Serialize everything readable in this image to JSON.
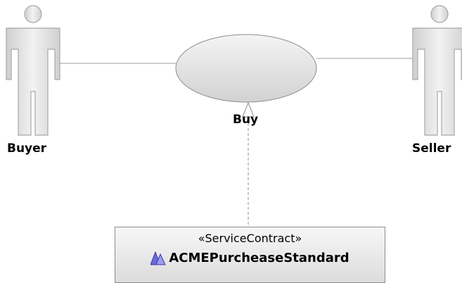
{
  "actors": [
    {
      "name": "Buyer"
    },
    {
      "name": "Seller"
    }
  ],
  "use_case": {
    "name": "Buy"
  },
  "service_contract": {
    "stereotype": "«ServiceContract»",
    "name": "ACMEPurcheaseStandard",
    "icon": "service-contract-icon"
  },
  "colors": {
    "actor_fill": "#d8d8d8",
    "actor_stroke": "#a8a8a8",
    "usecase_fill": "#dedede",
    "usecase_stroke": "#8c8c8c",
    "association_line": "#b0b0b0",
    "realization_line": "#909090",
    "contract_icon": "#6a6ad8"
  }
}
